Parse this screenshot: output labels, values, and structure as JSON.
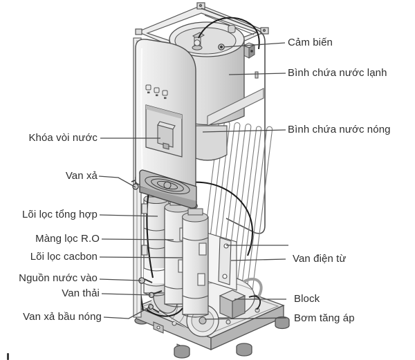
{
  "figure": {
    "type": "parts-diagram",
    "description": "Cutaway line-art diagram of a hot/cold water purifier with Vietnamese part labels"
  },
  "labels": {
    "left": [
      {
        "text": "Khóa vòi nước"
      },
      {
        "text": "Van xả"
      },
      {
        "text": "Lõi lọc tổng hợp"
      },
      {
        "text": "Màng lọc R.O"
      },
      {
        "text": "Lõi lọc cacbon"
      },
      {
        "text": "Nguồn nước vào"
      },
      {
        "text": "Van thải"
      },
      {
        "text": "Van xả bầu nóng"
      }
    ],
    "right": [
      {
        "text": "Cảm biến"
      },
      {
        "text": "Bình chứa nước lạnh"
      },
      {
        "text": "Bình chứa nước nóng"
      },
      {
        "text": "Van điện từ"
      },
      {
        "text": "Block"
      },
      {
        "text": "Bơm tăng áp"
      }
    ]
  },
  "colors": {
    "background": "#ffffff",
    "label_text": "#2e2e2e",
    "leader_line": "#4a4a4a",
    "outline": "#4f4f4f",
    "metal_light": "#f2f2f2",
    "metal_mid": "#d8d8d8",
    "metal_dark": "#b3b3b3",
    "tube_black": "#1c1c1c"
  }
}
